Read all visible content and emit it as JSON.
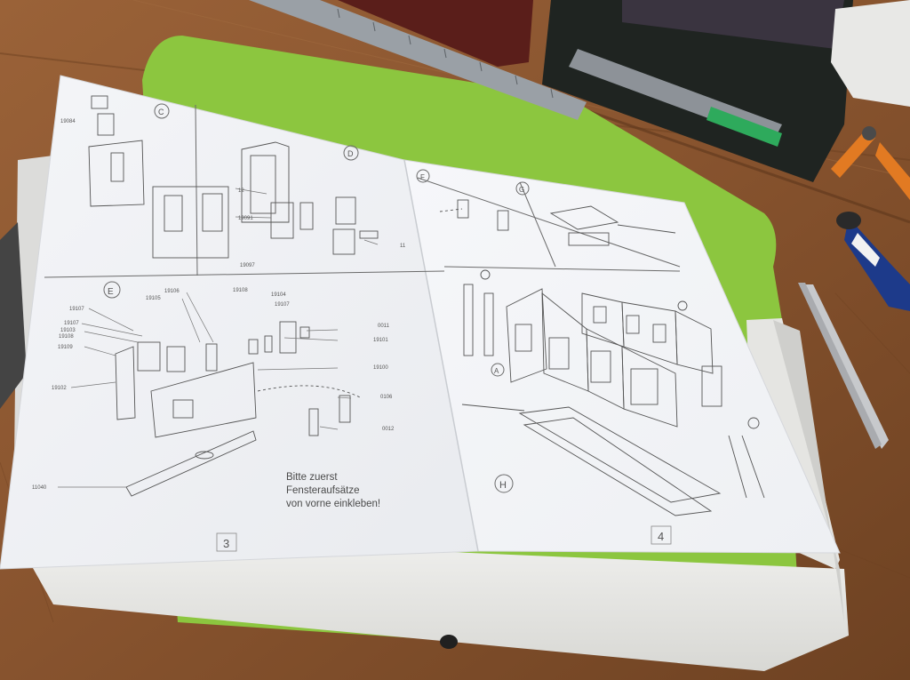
{
  "instruction": {
    "line1": "Bitte zuerst",
    "line2": "Fensteraufsätze",
    "line3": "von vorne einkleben!"
  },
  "page_numbers": {
    "left": "3",
    "right": "4"
  },
  "section_labels": {
    "C": "C",
    "D": "D",
    "E": "E",
    "F": "F",
    "G": "G",
    "H": "H",
    "A": "A"
  },
  "part_numbers": {
    "p11040": "11040",
    "p19102": "19102",
    "p19109": "19109",
    "p19108a": "19108",
    "p19103": "19103",
    "p19107a": "19107",
    "p19107b": "19107",
    "p19105": "19105",
    "p19106": "19106",
    "p19108b": "19108",
    "p19104": "19104",
    "p19107c": "19107",
    "p0011": "0011",
    "p19101": "19101",
    "p19100": "19100",
    "p0106": "0106",
    "p0012": "0012",
    "p19091": "19091",
    "p12": "12",
    "p11": "11",
    "p19084": "19084",
    "p19097": "19097"
  },
  "colors": {
    "table": "#8a5530",
    "mat": "#8cc63f",
    "paper": "#f7f8fa",
    "box": "#ececea",
    "ink": "#3a3a3a"
  }
}
